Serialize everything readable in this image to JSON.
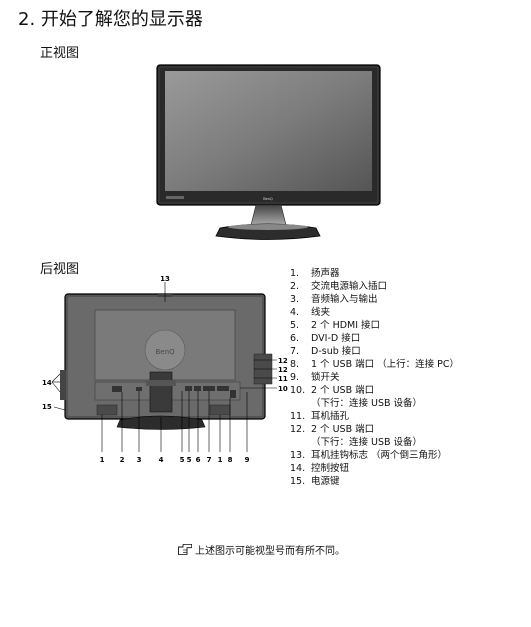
{
  "heading": "2.  开始了解您的显示器",
  "front_title": "正视图",
  "rear_title": "后视图",
  "brand": "BenQ",
  "callouts": {
    "top": "13",
    "right": [
      "12",
      "12",
      "11",
      "10"
    ],
    "left": [
      "14",
      "15"
    ],
    "bottom": [
      "1",
      "2",
      "3",
      "4",
      "5",
      "5",
      "6",
      "7",
      "1",
      "8",
      "9"
    ]
  },
  "legend": [
    {
      "num": "1.",
      "text": "扬声器"
    },
    {
      "num": "2.",
      "text": "交流电源输入插口"
    },
    {
      "num": "3.",
      "text": "音频输入与输出"
    },
    {
      "num": "4.",
      "text": "线夹"
    },
    {
      "num": "5.",
      "text": "2 个 HDMI 接口"
    },
    {
      "num": "6.",
      "text": "DVI-D 接口"
    },
    {
      "num": "7.",
      "text": "D-sub 接口"
    },
    {
      "num": "8.",
      "text": "1 个 USB 端口 （上行：连接 PC）"
    },
    {
      "num": "9.",
      "text": "锁开关"
    },
    {
      "num": "10.",
      "text": "2 个 USB 端口",
      "cont": "（下行：连接 USB 设备）"
    },
    {
      "num": "11.",
      "text": "耳机插孔"
    },
    {
      "num": "12.",
      "text": "2 个 USB 端口",
      "cont": "（下行：连接 USB 设备）"
    },
    {
      "num": "13.",
      "text": "耳机挂钩标志 （两个倒三角形）"
    },
    {
      "num": "14.",
      "text": "控制按钮"
    },
    {
      "num": "15.",
      "text": "电源键"
    }
  ],
  "note": "上述图示可能视型号而有所不同。",
  "note_icon": "pointing-hand-icon"
}
